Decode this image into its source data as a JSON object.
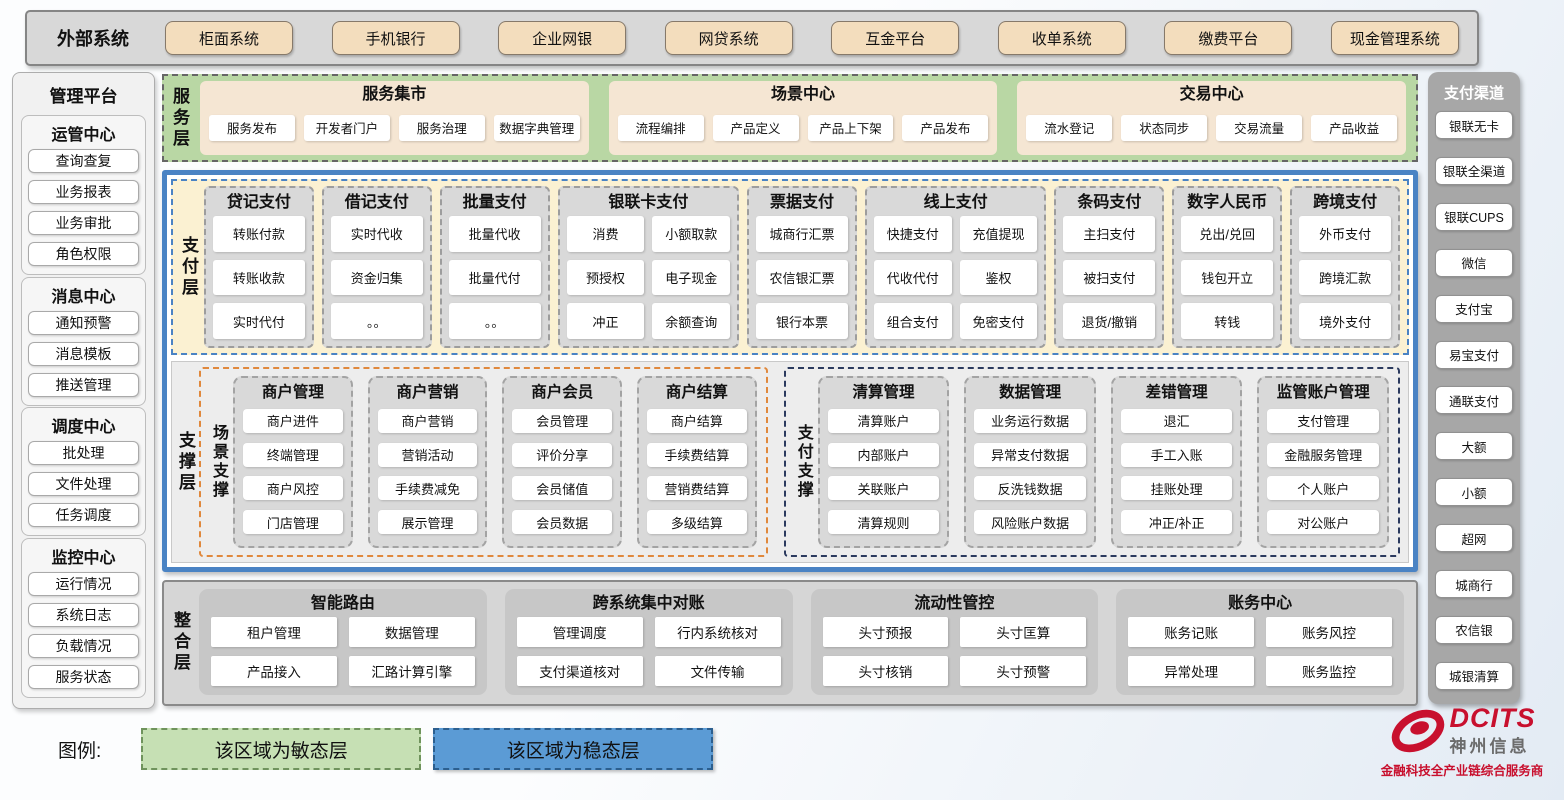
{
  "external": {
    "title": "外部系统",
    "systems": [
      "柜面系统",
      "手机银行",
      "企业网银",
      "网贷系统",
      "互金平台",
      "收单系统",
      "缴费平台",
      "现金管理系统"
    ]
  },
  "management": {
    "title": "管理平台",
    "sections": [
      {
        "title": "运管中心",
        "items": [
          "查询查复",
          "业务报表",
          "业务审批",
          "角色权限"
        ]
      },
      {
        "title": "消息中心",
        "items": [
          "通知预警",
          "消息模板",
          "推送管理"
        ]
      },
      {
        "title": "调度中心",
        "items": [
          "批处理",
          "文件处理",
          "任务调度"
        ]
      },
      {
        "title": "监控中心",
        "items": [
          "运行情况",
          "系统日志",
          "负载情况",
          "服务状态"
        ]
      }
    ]
  },
  "service_layer": {
    "label": "服务层",
    "groups": [
      {
        "title": "服务集市",
        "items": [
          "服务发布",
          "开发者门户",
          "服务治理",
          "数据字典管理"
        ]
      },
      {
        "title": "场景中心",
        "items": [
          "流程编排",
          "产品定义",
          "产品上下架",
          "产品发布"
        ]
      },
      {
        "title": "交易中心",
        "items": [
          "流水登记",
          "状态同步",
          "交易流量",
          "产品收益"
        ]
      }
    ]
  },
  "payment_layer": {
    "label": "支付层",
    "columns": [
      {
        "title": "贷记支付",
        "cols": 1,
        "items": [
          "转账付款",
          "转账收款",
          "实时代付"
        ]
      },
      {
        "title": "借记支付",
        "cols": 1,
        "items": [
          "实时代收",
          "资金归集",
          "。。"
        ]
      },
      {
        "title": "批量支付",
        "cols": 1,
        "items": [
          "批量代收",
          "批量代付",
          "。。"
        ]
      },
      {
        "title": "银联卡支付",
        "cols": 2,
        "items": [
          "消费",
          "小额取款",
          "预授权",
          "电子现金",
          "冲正",
          "余额查询"
        ]
      },
      {
        "title": "票据支付",
        "cols": 1,
        "items": [
          "城商行汇票",
          "农信银汇票",
          "银行本票"
        ]
      },
      {
        "title": "线上支付",
        "cols": 2,
        "items": [
          "快捷支付",
          "充值提现",
          "代收代付",
          "鉴权",
          "组合支付",
          "免密支付"
        ]
      },
      {
        "title": "条码支付",
        "cols": 1,
        "items": [
          "主扫支付",
          "被扫支付",
          "退货/撤销"
        ]
      },
      {
        "title": "数字人民币",
        "cols": 1,
        "items": [
          "兑出/兑回",
          "钱包开立",
          "转钱"
        ]
      },
      {
        "title": "跨境支付",
        "cols": 1,
        "items": [
          "外币支付",
          "跨境汇款",
          "境外支付"
        ]
      }
    ]
  },
  "support_layer": {
    "label": "支撑层",
    "zones": [
      {
        "label": "场景支撑",
        "style": "orange",
        "groups": [
          {
            "title": "商户管理",
            "items": [
              "商户进件",
              "终端管理",
              "商户风控",
              "门店管理"
            ]
          },
          {
            "title": "商户营销",
            "items": [
              "商户营销",
              "营销活动",
              "手续费减免",
              "展示管理"
            ]
          },
          {
            "title": "商户会员",
            "items": [
              "会员管理",
              "评价分享",
              "会员储值",
              "会员数据"
            ]
          },
          {
            "title": "商户结算",
            "items": [
              "商户结算",
              "手续费结算",
              "营销费结算",
              "多级结算"
            ]
          }
        ]
      },
      {
        "label": "支付支撑",
        "style": "navy",
        "groups": [
          {
            "title": "清算管理",
            "items": [
              "清算账户",
              "内部账户",
              "关联账户",
              "清算规则"
            ]
          },
          {
            "title": "数据管理",
            "items": [
              "业务运行数据",
              "异常支付数据",
              "反洗钱数据",
              "风险账户数据"
            ]
          },
          {
            "title": "差错管理",
            "items": [
              "退汇",
              "手工入账",
              "挂账处理",
              "冲正/补正"
            ]
          },
          {
            "title": "监管账户管理",
            "items": [
              "支付管理",
              "金融服务管理",
              "个人账户",
              "对公账户"
            ]
          }
        ]
      }
    ]
  },
  "integration_layer": {
    "label": "整合层",
    "groups": [
      {
        "title": "智能路由",
        "items": [
          "租户管理",
          "数据管理",
          "产品接入",
          "汇路计算引擎"
        ]
      },
      {
        "title": "跨系统集中对账",
        "items": [
          "管理调度",
          "行内系统核对",
          "支付渠道核对",
          "文件传输"
        ]
      },
      {
        "title": "流动性管控",
        "items": [
          "头寸预报",
          "头寸匡算",
          "头寸核销",
          "头寸预警"
        ]
      },
      {
        "title": "账务中心",
        "items": [
          "账务记账",
          "账务风控",
          "异常处理",
          "账务监控"
        ]
      }
    ]
  },
  "channels": {
    "title": "支付渠道",
    "items": [
      "银联无卡",
      "银联全渠道",
      "银联CUPS",
      "微信",
      "支付宝",
      "易宝支付",
      "通联支付",
      "大额",
      "小额",
      "超网",
      "城商行",
      "农信银",
      "城银清算"
    ]
  },
  "legend": {
    "label": "图例:",
    "green": "该区域为敏态层",
    "blue": "该区域为稳态层"
  },
  "logo": {
    "brand": "DCITS",
    "company": "神州信息",
    "tagline": "金融科技全产业链综合服务商"
  },
  "colors": {
    "accent_blue": "#4a83c4",
    "service_green": "#b9d7a4",
    "box_tan": "#f3ddbd",
    "payment_cream": "#fbf1d2",
    "panel_gray": "#d9d9d9",
    "scene_orange": "#e0883c",
    "support_navy": "#2b3a5e",
    "legend_green": "#c6e0b4",
    "legend_blue": "#5b9bd5",
    "logo_red": "#c8102e"
  }
}
